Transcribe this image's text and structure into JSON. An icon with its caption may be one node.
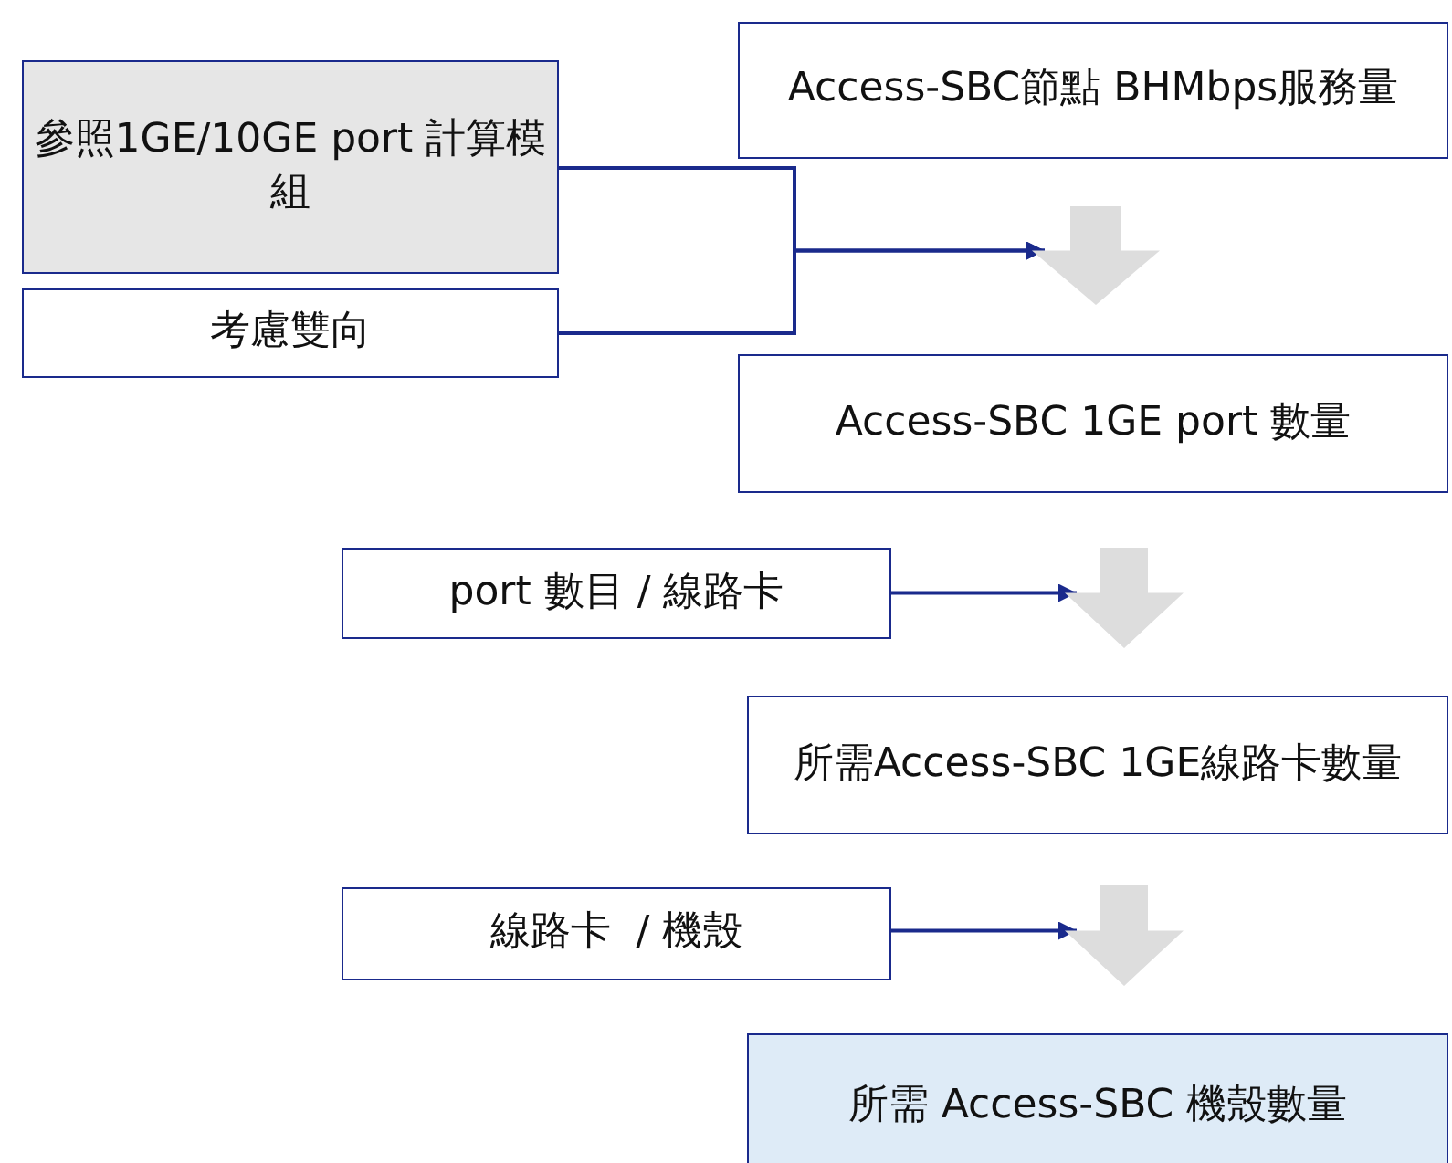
{
  "diagram": {
    "nodes": [
      {
        "text": [
          "參照1GE/10GE port 計算模組"
        ]
      },
      {
        "text": [
          "考慮雙向"
        ]
      },
      {
        "text": [
          "Access-SBC節點 BHMbps服務量"
        ]
      },
      {
        "text": [],
        "shape": "arrow"
      },
      {
        "text": [
          "Access-SBC 1GE port 數量"
        ]
      },
      {
        "text": [
          "port 數目 / 線路卡"
        ]
      },
      {
        "text": [],
        "shape": "arrow"
      },
      {
        "text": [
          "所需Access-SBC 1GE線路卡數量"
        ]
      },
      {
        "text": [
          "線路卡  / 機殼"
        ]
      },
      {
        "text": [],
        "shape": "arrow"
      },
      {
        "text": [
          "所需 Access-SBC 機殼數量"
        ]
      }
    ],
    "edges": [
      {
        "from": 0,
        "to": 3,
        "arrow": "to"
      },
      {
        "from": 1,
        "to": 3,
        "arrow": "to"
      },
      {
        "from": 5,
        "to": 6,
        "arrow": "to"
      },
      {
        "from": 8,
        "to": 9,
        "arrow": "to"
      }
    ]
  }
}
